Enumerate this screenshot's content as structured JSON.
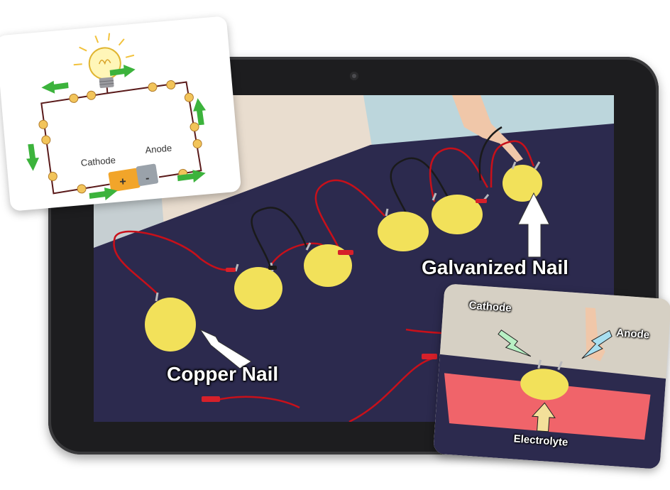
{
  "video": {
    "labels": {
      "copper_nail": "Copper Nail",
      "galvanized_nail": "Galvanized Nail"
    }
  },
  "circuit_diagram": {
    "labels": {
      "cathode": "Cathode",
      "anode": "Anode"
    },
    "battery": {
      "plus": "+",
      "minus": "-"
    },
    "electron_sign": "-"
  },
  "lemon_cell": {
    "labels": {
      "cathode": "Cathode",
      "anode": "Anode",
      "electrolyte": "Electrolyte"
    }
  },
  "colors": {
    "tablet_frame": "#1d1d1f",
    "cloth": "#2c2a4e",
    "lemon": "#f2e15a",
    "wire_red": "#c8101a",
    "arrow_green": "#3cb33c",
    "cathode_arrow": "#b8f0c4",
    "anode_arrow": "#a8dff0",
    "electrolyte_arrow": "#f3e09a",
    "cutting_board": "#f0646a"
  }
}
